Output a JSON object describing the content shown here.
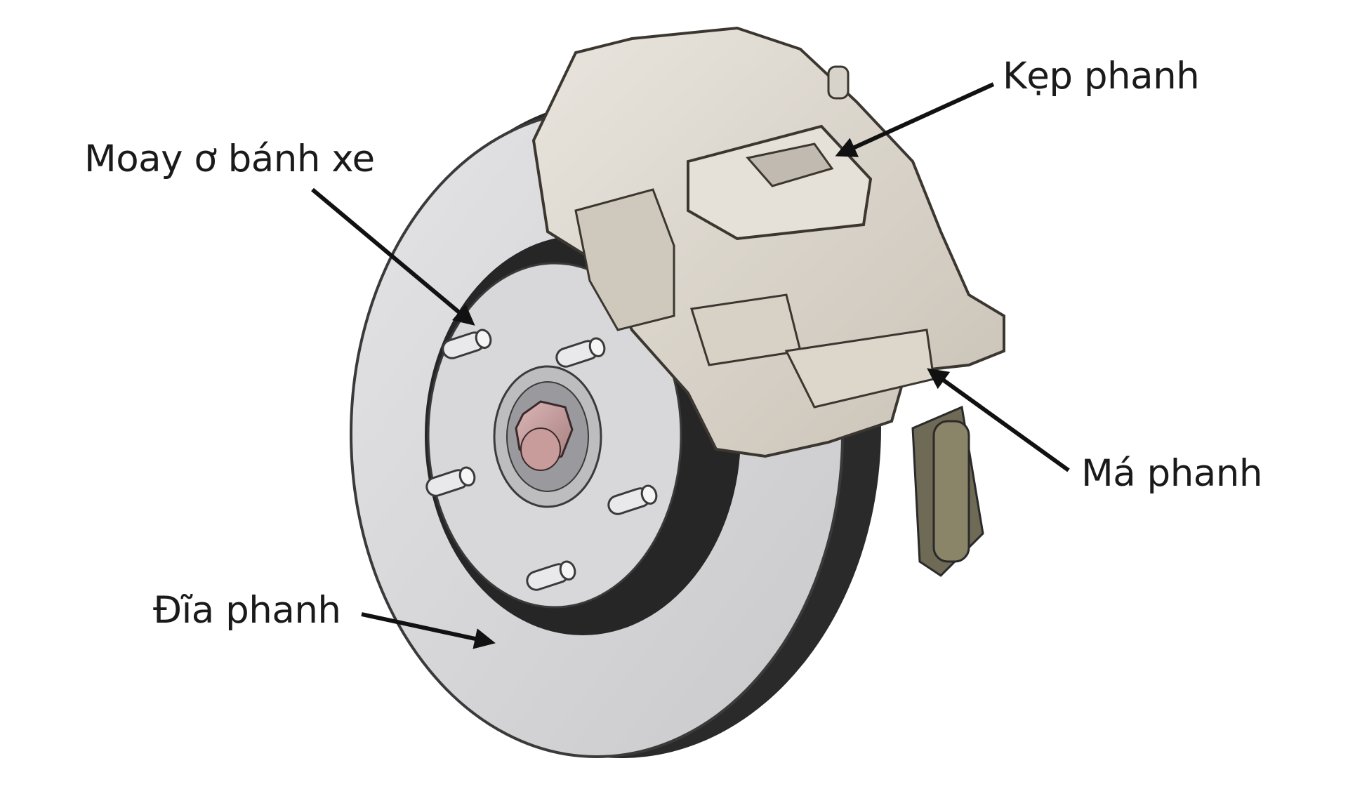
{
  "labels": {
    "hub": "Moay ơ bánh xe",
    "caliper": "Kẹp phanh",
    "pad": "Má phanh",
    "disc": "Đĩa phanh"
  },
  "colors": {
    "disc_face": "#dcdcde",
    "disc_edge": "#2b2b2b",
    "hub_face": "#d6d6d8",
    "caliper": "#ddd8cf",
    "caliper_shadow": "#b8b1a5",
    "nut": "#c9a1a1",
    "arrow": "#111111",
    "text": "#1a1a1a"
  }
}
